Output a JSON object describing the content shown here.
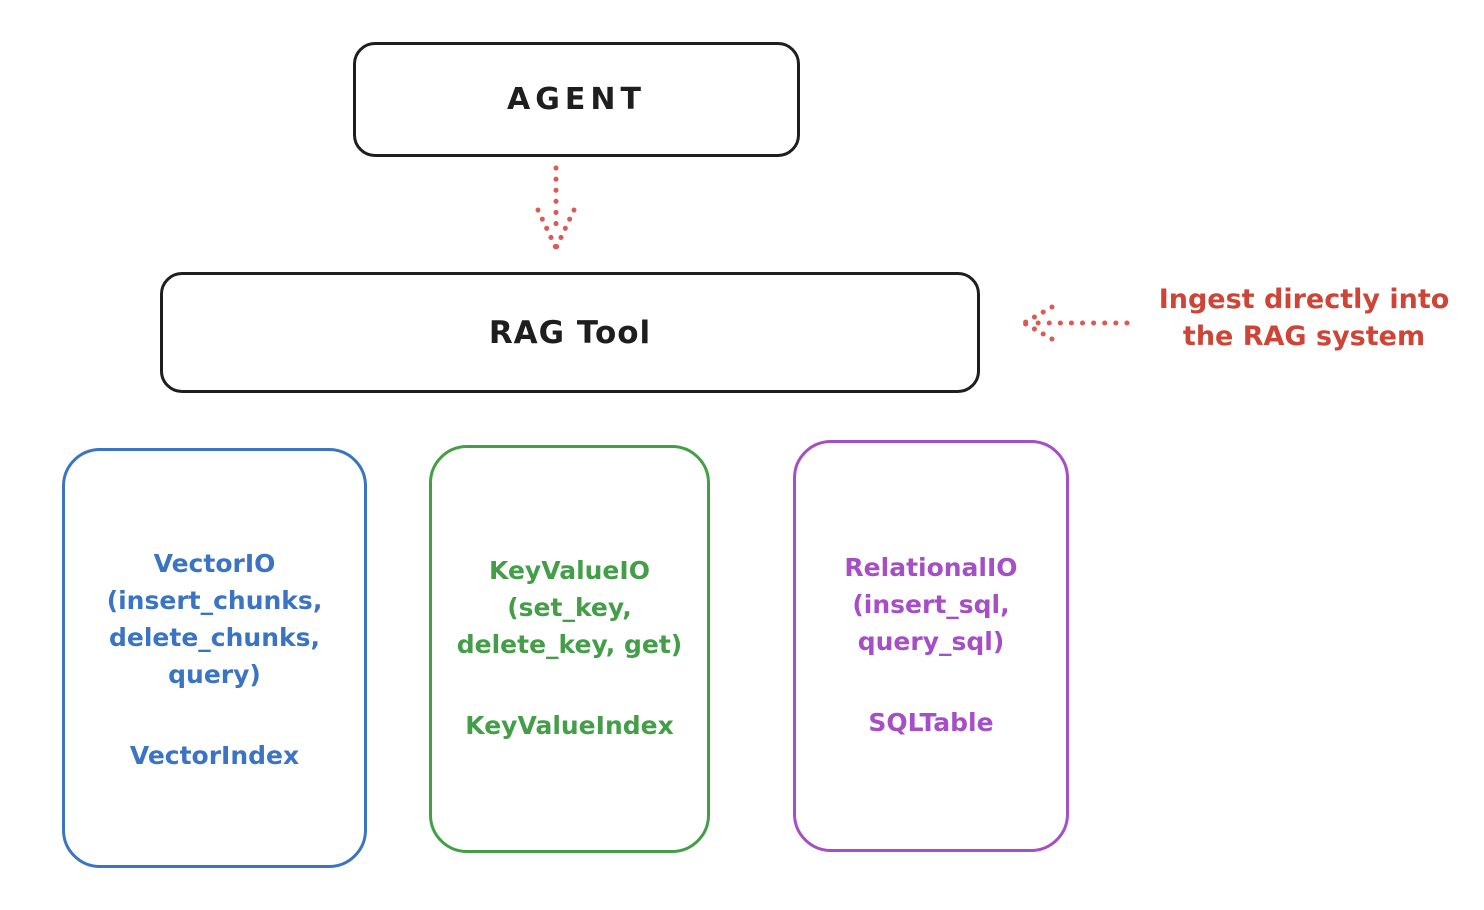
{
  "diagram": {
    "agent": {
      "label": "AGENT"
    },
    "rag_tool": {
      "label": "RAG Tool"
    },
    "annotation": {
      "line1": "Ingest directly into",
      "line2": "the RAG system"
    },
    "io_boxes": [
      {
        "name": "vector-io",
        "lines": [
          "VectorIO",
          "(insert_chunks,",
          "delete_chunks,",
          "query)"
        ],
        "index_label": "VectorIndex"
      },
      {
        "name": "keyvalue-io",
        "lines": [
          "KeyValueIO",
          "(set_key,",
          "delete_key, get)"
        ],
        "index_label": "KeyValueIndex"
      },
      {
        "name": "relational-io",
        "lines": [
          "RelationalIO",
          "(insert_sql,",
          "query_sql)"
        ],
        "index_label": "SQLTable"
      }
    ],
    "colors": {
      "outline_black": "#1e1e1e",
      "annotation_red": "#ce4437",
      "arrow_red": "#dd5a52",
      "vector_blue": "#3a74c2",
      "keyvalue_green": "#449e48",
      "relational_purple": "#a64ec6",
      "background": "#ffffff"
    }
  }
}
